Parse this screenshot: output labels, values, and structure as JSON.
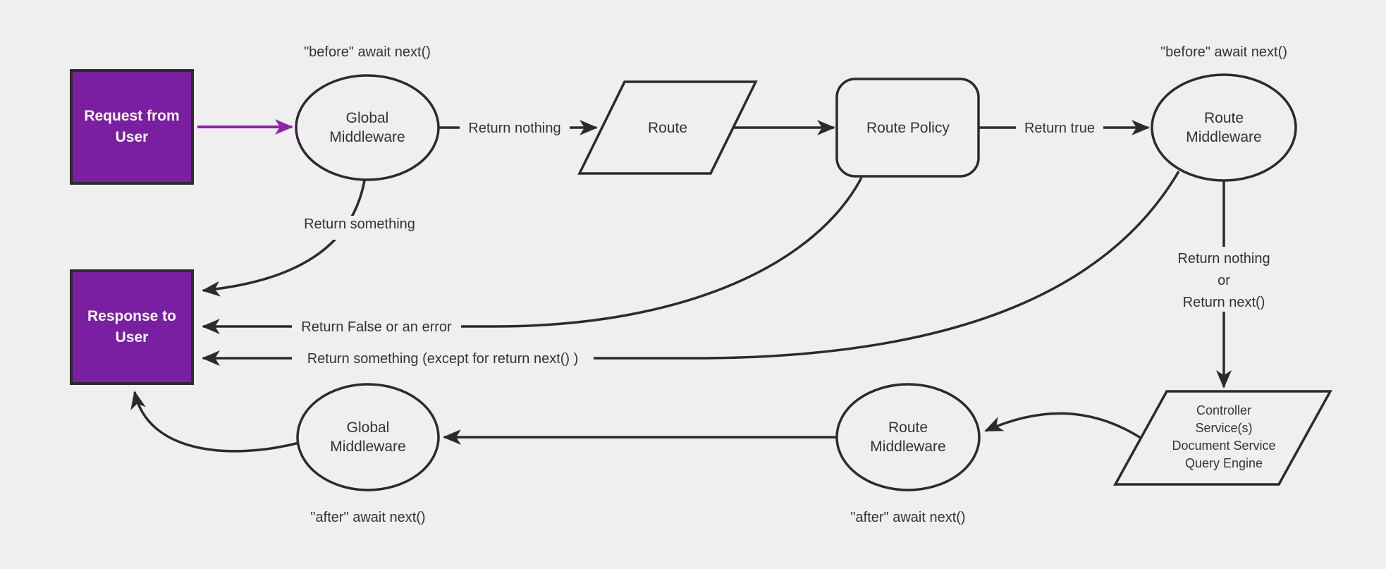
{
  "canvas": {
    "bg": "#efefef",
    "ink": "#2b2b2b",
    "text": "#333333",
    "purple": "#7b1fa2",
    "purple_arrow": "#8e24aa"
  },
  "nodes": {
    "request": {
      "line1": "Request from",
      "line2": "User"
    },
    "global_middleware_top": {
      "line1": "Global",
      "line2": "Middleware"
    },
    "route": {
      "label": "Route"
    },
    "route_policy": {
      "label": "Route Policy"
    },
    "route_middleware_top": {
      "line1": "Route",
      "line2": "Middleware"
    },
    "response": {
      "line1": "Response to",
      "line2": "User"
    },
    "controller_layer": {
      "line1": "Controller",
      "line2": "Service(s)",
      "line3": "Document Service",
      "line4": "Query Engine"
    },
    "route_middleware_bottom": {
      "line1": "Route",
      "line2": "Middleware"
    },
    "global_middleware_bottom": {
      "line1": "Global",
      "line2": "Middleware"
    }
  },
  "edge_labels": {
    "before_left": "\"before\" await next()",
    "before_right": "\"before\" await next()",
    "return_nothing": "Return nothing",
    "return_true": "Return true",
    "return_something": "Return something",
    "return_false": "Return False or an error",
    "return_something_except": "Return something (except for return next() )",
    "return_nothing_or_line1": "Return nothing",
    "return_nothing_or_line2": "or",
    "return_nothing_or_line3": "Return next()",
    "after_left": "\"after\" await next()",
    "after_right": "\"after\" await next()"
  }
}
